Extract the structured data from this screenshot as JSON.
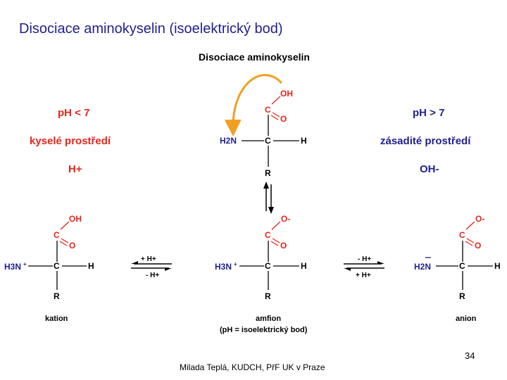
{
  "slide": {
    "title": "Disociace aminokyselin (isoelektrický bod)",
    "subtitle": "Disociace aminokyselin",
    "footer": "Milada Teplá, KUDCH, PřF UK v Praze",
    "page_number": "34"
  },
  "conditions": {
    "acidic": {
      "ph": "pH < 7",
      "env": "kyselé prostředí",
      "ion": "H+"
    },
    "basic": {
      "ph": "pH > 7",
      "env": "zásadité prostředí",
      "ion": "OH-"
    }
  },
  "labels": {
    "cation": "kation",
    "zwitterion": "amfion",
    "isoelectric": "(pH = isoelektrický bod)",
    "anion": "anion"
  },
  "equilibria": {
    "left_top": "+ H+",
    "left_bottom": "- H+",
    "right_top": "- H+",
    "right_bottom": "+ H+"
  },
  "atoms": {
    "C": "C",
    "O": "O",
    "OH": "OH",
    "H": "H",
    "R": "R",
    "H2N": "H2N",
    "H3N": "H3N",
    "O_minus": "O-"
  },
  "colors": {
    "title": "#1f1f8f",
    "accent_red": "#e8231a",
    "arrow_orange": "#f0a020"
  }
}
